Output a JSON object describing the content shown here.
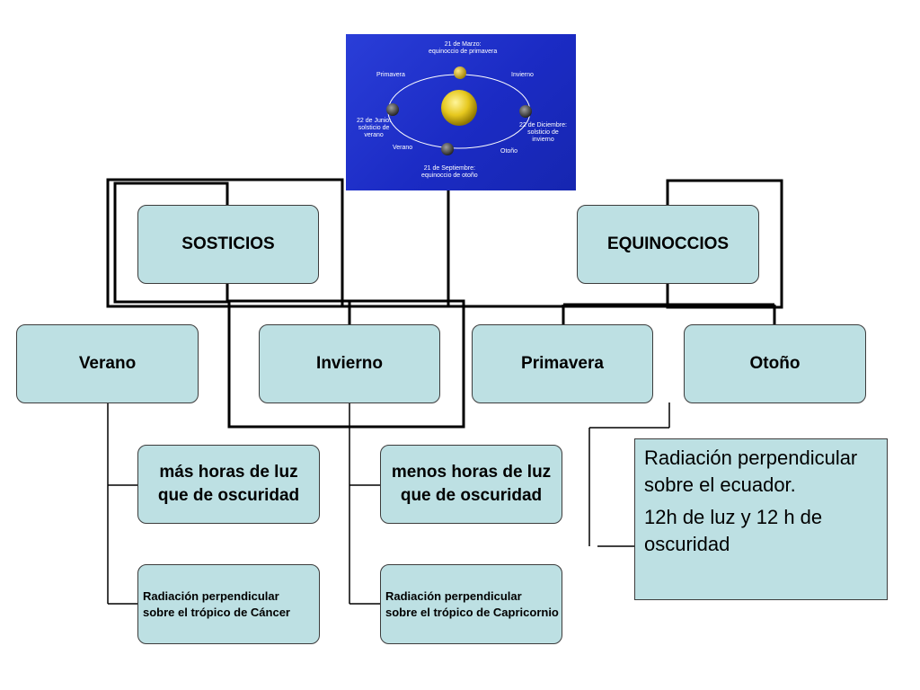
{
  "orbit_figure": {
    "march": [
      "21 de Marzo:",
      "equinoccio de primavera"
    ],
    "primavera": "Primavera",
    "invierno": "Invierno",
    "june": [
      "22 de Junio:",
      "solsticio de",
      "verano"
    ],
    "december": [
      "22 de Diciembre:",
      "solsticio de",
      "invierno"
    ],
    "verano": "Verano",
    "otono": "Otoño",
    "september": [
      "21 de Septiembre:",
      "equinoccio de otoño"
    ]
  },
  "nodes": {
    "solsticios": "SOSTICIOS",
    "equinoccios": "EQUINOCCIOS",
    "verano": "Verano",
    "invierno": "Invierno",
    "primavera": "Primavera",
    "otono": "Otoño",
    "verano_luz": [
      "más horas de luz",
      "que de oscuridad"
    ],
    "invierno_luz": [
      "menos horas de luz",
      "que de oscuridad"
    ],
    "verano_rad": [
      "Radiación perpendicular",
      "sobre el trópico de Cáncer"
    ],
    "invierno_rad": [
      "Radiación perpendicular",
      "sobre el trópico de Capricornio"
    ]
  },
  "note": {
    "line1": "Radiación perpendicular sobre el ecuador.",
    "line2": "12h de luz y 12 h de oscuridad"
  }
}
